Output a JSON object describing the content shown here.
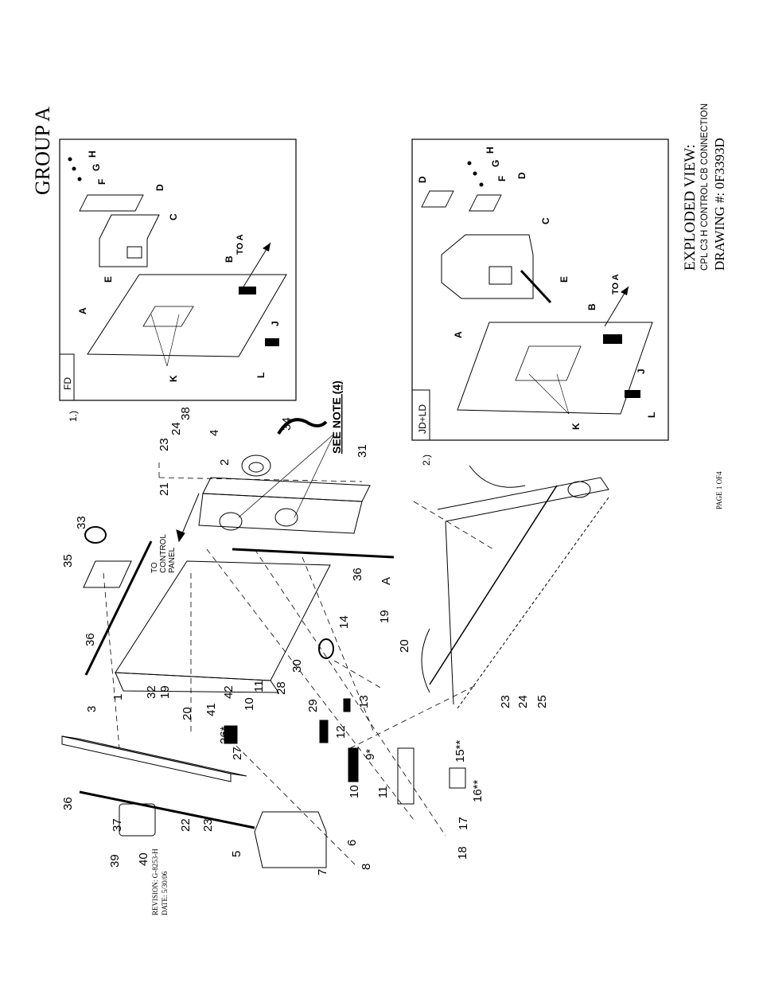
{
  "title": "GROUP A",
  "titleblock": {
    "line1": "EXPLODED VIEW:",
    "line2": "CPL C3 H CONTROL  CB CONNECTION",
    "line3": "DRAWING #: 0F3393D"
  },
  "revision": "REVISION: G-8253-H",
  "date": "DATE:  5/30/06",
  "page": "PAGE 1 OF4",
  "notes": {
    "see_note": "SEE NOTE (4)",
    "to_control_1": "TO",
    "to_control_2": "CONTROL",
    "to_control_3": "PANEL"
  },
  "inset1": {
    "marker": "1.)",
    "label": "FD",
    "to_a": "TO A",
    "letters": [
      "A",
      "B",
      "C",
      "D",
      "E",
      "F",
      "G",
      "H",
      "J",
      "K",
      "L"
    ]
  },
  "inset2": {
    "marker": "2.)",
    "label": "JD+LD",
    "to_a": "TO A",
    "letters": [
      "A",
      "B",
      "C",
      "D",
      "D",
      "E",
      "F",
      "G",
      "H",
      "J",
      "K",
      "L"
    ]
  },
  "callouts": [
    "1",
    "2",
    "3",
    "4",
    "5",
    "6",
    "7",
    "8",
    "9*",
    "10",
    "10",
    "11",
    "11",
    "12",
    "13",
    "14",
    "15**",
    "16**",
    "17",
    "18",
    "19",
    "19",
    "20",
    "20",
    "21",
    "22",
    "23",
    "23",
    "23",
    "24",
    "24",
    "25",
    "26*",
    "27",
    "28",
    "29",
    "30",
    "31",
    "32",
    "33",
    "34",
    "35",
    "36",
    "36",
    "36",
    "37",
    "38",
    "39",
    "40",
    "41",
    "42",
    "A"
  ],
  "colors": {
    "ink": "#000000",
    "paper": "#ffffff"
  }
}
